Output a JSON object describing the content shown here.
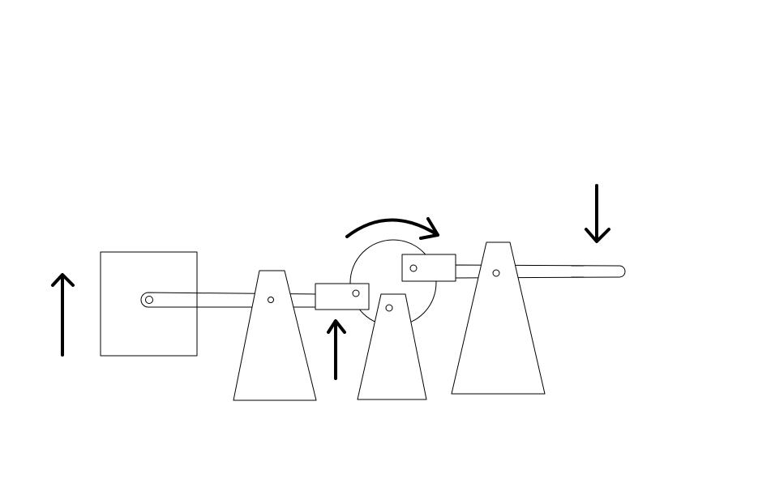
{
  "diagram": {
    "stroke_color": "#000000",
    "background_color": "#ffffff",
    "components": [
      {
        "name": "counterweight-block",
        "kind": "square-block"
      },
      {
        "name": "left-lever-arm",
        "kind": "lever"
      },
      {
        "name": "left-fulcrum",
        "kind": "trapezoid-support"
      },
      {
        "name": "left-slider",
        "kind": "sliding-block"
      },
      {
        "name": "gear-wheel",
        "kind": "circle"
      },
      {
        "name": "middle-fulcrum",
        "kind": "trapezoid-support"
      },
      {
        "name": "right-slider",
        "kind": "sliding-block"
      },
      {
        "name": "right-lever-arm",
        "kind": "lever"
      },
      {
        "name": "right-fulcrum",
        "kind": "trapezoid-support"
      }
    ],
    "arrows": [
      {
        "name": "left-up-arrow",
        "direction": "up"
      },
      {
        "name": "center-up-arrow",
        "direction": "up"
      },
      {
        "name": "rotation-arrow",
        "direction": "clockwise"
      },
      {
        "name": "right-down-arrow",
        "direction": "down"
      }
    ]
  }
}
